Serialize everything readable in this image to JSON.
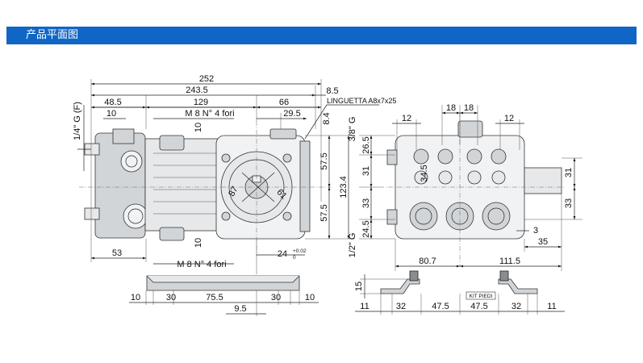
{
  "header": {
    "title": "产品平面图"
  },
  "side_view": {
    "dims_top": [
      "252",
      "243.5",
      "48.5",
      "129",
      "66",
      "8.5",
      "10",
      "M 8 N° 4 fori",
      "10",
      "29.5",
      "8.4"
    ],
    "linguetta": "LINGUETTA A8x7x25",
    "dims_right": [
      "57.5",
      "57.5",
      "123.4"
    ],
    "dims_left": [
      "1/4\" G (F)"
    ],
    "dims_bottom": [
      "53",
      "10",
      "M 8 N° 4 fori",
      "24",
      "+0.02",
      "0"
    ],
    "shaft_angles": [
      "87",
      "61"
    ]
  },
  "front_view": {
    "dims_top": [
      "18",
      "18",
      "12",
      "12"
    ],
    "dims_left": [
      "3/8\" G",
      "26.5",
      "31",
      "33",
      "24.5",
      "1/2\" G"
    ],
    "dims_inner": [
      "34.5"
    ],
    "dims_right": [
      "31",
      "33",
      "3",
      "35"
    ],
    "dims_bottom": [
      "80.7",
      "111.5"
    ]
  },
  "base_plate": {
    "dims": [
      "10",
      "30",
      "75.5",
      "30",
      "10",
      "9.5"
    ]
  },
  "kit_piedi": {
    "label": "KIT PIEDI",
    "dims_left": [
      "15"
    ],
    "dims_bottom": [
      "11",
      "32",
      "47.5",
      "47.5",
      "32",
      "11"
    ]
  }
}
